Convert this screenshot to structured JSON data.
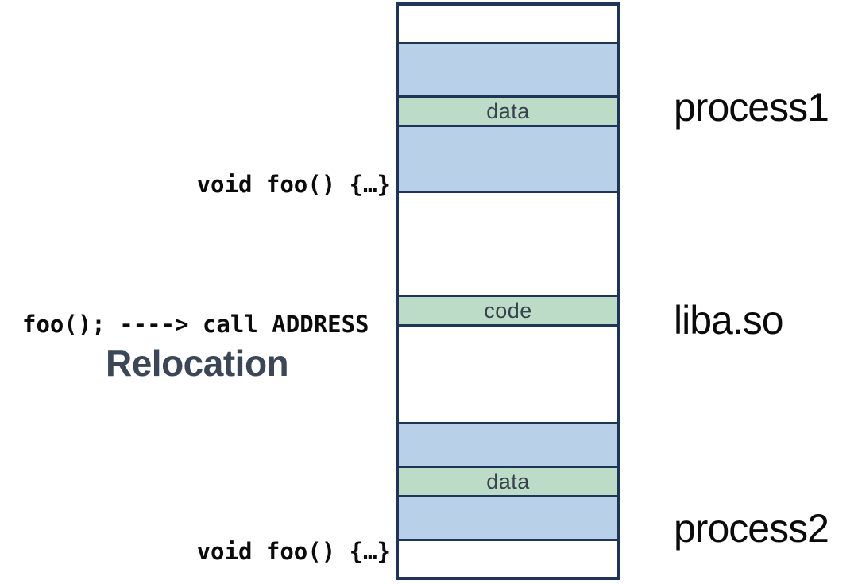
{
  "title": "Relocation",
  "colors": {
    "segment_blue": "#b9d1e8",
    "segment_green": "#bcdcc8",
    "border_navy": "#1f3557",
    "title_color": "#3b4757",
    "segment_label_color": "#37424e"
  },
  "column": {
    "segments": [
      {
        "type": "free",
        "label": ""
      },
      {
        "type": "mapped",
        "label": ""
      },
      {
        "type": "data",
        "label": "data"
      },
      {
        "type": "mapped",
        "label": ""
      },
      {
        "type": "free",
        "label": ""
      },
      {
        "type": "code",
        "label": "code"
      },
      {
        "type": "free",
        "label": ""
      },
      {
        "type": "mapped",
        "label": ""
      },
      {
        "type": "data",
        "label": "data"
      },
      {
        "type": "mapped",
        "label": ""
      },
      {
        "type": "free",
        "label": ""
      }
    ]
  },
  "left_annotations": {
    "void_foo_top": "void foo() {…}",
    "call_line": "foo(); ----> call ADDRESS",
    "relocation_title": "Relocation",
    "void_foo_bottom": "void foo() {…}"
  },
  "right_labels": {
    "process1": "process1",
    "liba": "liba.so",
    "process2": "process2"
  }
}
